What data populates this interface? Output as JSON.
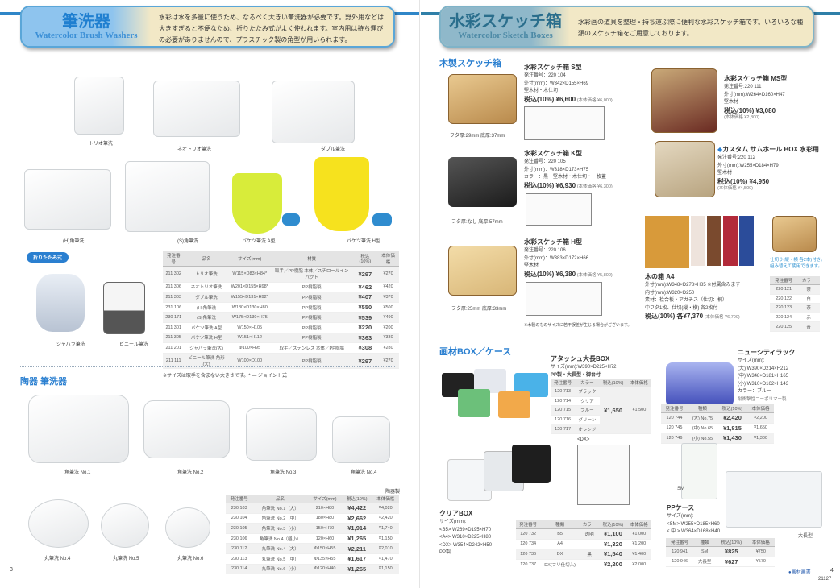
{
  "left": {
    "header": {
      "title": "筆洗器",
      "subtitle": "Watercolor Brush Washers",
      "desc": "水彩は水を多量に使うため、なるべく大きい筆洗器が必要です。野外用などは大きすぎると不便なため、折りたたみ式がよく使われます。室内用は持ち運びの必要がありませんので、プラスチック製の角型が用いられます。"
    },
    "products": [
      "トリオ筆洗",
      "ネオトリオ筆洗",
      "ダブル筆洗",
      "(H)角筆洗",
      "(S)角筆洗",
      "バケツ筆洗 A型",
      "バケツ筆洗 H型",
      "ジャバラ筆洗",
      "ビニール筆洗"
    ],
    "fold_badge": "折りたたみ式",
    "table1": {
      "headers": [
        "発注番号",
        "品名",
        "サイズ(mm)",
        "材質",
        "税込(10%)",
        "本体価格"
      ],
      "rows": [
        [
          "211 302",
          "トリオ筆洗",
          "W115×D83×H84*",
          "取手／PP樹脂 本体／スチロールインパクト",
          "¥297",
          "¥270"
        ],
        [
          "211 306",
          "ネオトリオ筆洗",
          "W201×D155×H98*",
          "PP樹脂製",
          "¥462",
          "¥420"
        ],
        [
          "211 303",
          "ダブル筆洗",
          "W155×D131×H92*",
          "PP樹脂製",
          "¥407",
          "¥370"
        ],
        [
          "231 106",
          "(H)角筆洗",
          "W180×D130×H80",
          "PP樹脂製",
          "¥550",
          "¥500"
        ],
        [
          "230 171",
          "(S)角筆洗",
          "W175×D130×H75",
          "PP樹脂製",
          "¥539",
          "¥490"
        ],
        [
          "211 301",
          "バケツ筆洗 A型",
          "W150×H105",
          "PP樹脂製",
          "¥220",
          "¥200"
        ],
        [
          "211 305",
          "バケツ筆洗 H型",
          "W151×H112",
          "PP樹脂製",
          "¥363",
          "¥330"
        ],
        [
          "211 201",
          "ジャバラ筆洗(大)",
          "Φ100×H95",
          "取手／ステンレス 本体／PP樹脂",
          "¥308",
          "¥280"
        ],
        [
          "211 111",
          "ビニール筆洗 角形(大)",
          "W100×D100",
          "PP樹脂製",
          "¥297",
          "¥270"
        ]
      ],
      "note": "※サイズは取手を含まない大きさです。* ― ジョイント式"
    },
    "ceramic": {
      "title": "陶器 筆洗器",
      "products": [
        "角筆洗 No.1",
        "角筆洗 No.2",
        "角筆洗 No.3",
        "角筆洗 No.4",
        "丸筆洗 No.4",
        "丸筆洗 No.5",
        "丸筆洗 No.6"
      ],
      "material": "陶器製"
    },
    "table2": {
      "headers": [
        "発注番号",
        "品名",
        "サイズ(mm)",
        "税込(10%)",
        "本体価格"
      ],
      "rows": [
        [
          "230 103",
          "角筆洗 No.1（大）",
          "210×H80",
          "¥4,422",
          "¥4,020"
        ],
        [
          "230 104",
          "角筆洗 No.2（中）",
          "180×H80",
          "¥2,662",
          "¥2,420"
        ],
        [
          "230 105",
          "角筆洗 No.3（小）",
          "150×H70",
          "¥1,914",
          "¥1,740"
        ],
        [
          "230 106",
          "角筆洗 No.4（極小）",
          "120×H60",
          "¥1,265",
          "¥1,150"
        ],
        [
          "230 112",
          "丸筆洗 No.4（大）",
          "Φ150×H55",
          "¥2,211",
          "¥2,010"
        ],
        [
          "230 113",
          "丸筆洗 No.5（中）",
          "Φ135×H55",
          "¥1,617",
          "¥1,470"
        ],
        [
          "230 114",
          "丸筆洗 No.6（小）",
          "Φ120×H40",
          "¥1,265",
          "¥1,150"
        ]
      ]
    },
    "page_number": "3"
  },
  "right": {
    "header": {
      "title": "水彩スケッチ箱",
      "subtitle": "Watercolor Sketch Boxes",
      "desc": "水彩画の道具を整理・持ち運ぶ際に便利な水彩スケッチ箱です。いろいろな種類のスケッチ箱をご用意しております。"
    },
    "wood_title": "木製スケッチ箱",
    "s": {
      "name": "水彩スケッチ箱 S型",
      "code": "発注番号：220 104",
      "size": "外寸(mm)：W342×D155×H69",
      "mat": "堅木材・木仕切",
      "price": "税込(10%) ¥6,600",
      "base": "(本体価格 ¥6,000)",
      "caption": "フタ厚:29mm 底厚:37mm"
    },
    "k": {
      "name": "水彩スケッチ箱 K型",
      "code": "発注番号：220 105",
      "size": "外寸(mm)：W318×D173×H75",
      "mat": "カラー：黒　堅木材・木仕切・一枚蓋",
      "price": "税込(10%) ¥6,930",
      "base": "(本体価格 ¥6,300)",
      "caption": "フタ厚:なし 底厚:57mm"
    },
    "h": {
      "name": "水彩スケッチ箱 H型",
      "code": "発注番号：220 106",
      "size": "外寸(mm)：W383×D172×H66",
      "mat": "堅木材",
      "price": "税込(10%) ¥6,380",
      "base": "(本体価格 ¥5,800)",
      "caption": "フタ厚:25mm 底厚:33mm"
    },
    "wood_note": "※木製のものサイズに若干誤差が生じる場合がございます。",
    "ms": {
      "name": "水彩スケッチ箱 MS型",
      "code": "発注番号:220 111",
      "size": "外寸(mm):W264×D160×H47",
      "mat": "堅木材",
      "price": "税込(10%) ¥3,080",
      "base": "(本体価格 ¥2,800)"
    },
    "custom": {
      "name": "カスタム サムホール BOX 水彩用",
      "code": "発注番号:220 112",
      "size": "外寸(mm):W255×D184×H79",
      "mat": "堅木材",
      "price": "税込(10%) ¥4,950",
      "base": "(本体価格 ¥4,500)"
    },
    "a4": {
      "name": "木の箱 A4",
      "size": "外寸(mm):W348×D278×H85 ※付属含みます",
      "inner": "内寸(mm):W320×D250",
      "mat": "素材：桧合板・アガチス（仕切：桐）",
      "parts": "中フタ1枚、仕切(縦・横) 各2枚付",
      "price": "税込(10%) 各¥7,370",
      "base": "(本体価格 ¥6,700)",
      "caption": "仕切り(縦・横 各2本)付き。組み替えて使用できます。",
      "headers": [
        "発注番号",
        "カラー"
      ],
      "rows": [
        [
          "220 121",
          "茶"
        ],
        [
          "220 122",
          "白"
        ],
        [
          "220 123",
          "茶"
        ],
        [
          "220 124",
          "赤"
        ],
        [
          "220 125",
          "青"
        ]
      ]
    },
    "box_title": "画材BOX／ケース",
    "attache": {
      "name": "アタッシュ大長BOX",
      "size": "サイズ(mm):W390×D225×H72",
      "mat": "PP製・大長型・御台付",
      "headers": [
        "発注番号",
        "カラー",
        "税込(10%)",
        "本体価格"
      ],
      "rows": [
        [
          "120 713",
          "ブラック"
        ],
        [
          "120 714",
          "クリア"
        ],
        [
          "120 715",
          "ブルー"
        ],
        [
          "120 716",
          "グリーン"
        ],
        [
          "120 717",
          "オレンジ"
        ]
      ],
      "price": "¥1,650",
      "base": "¥1,500"
    },
    "rack": {
      "name": "ニューシティラック",
      "size": "サイズ(mm):",
      "l": "(大) W390×D214×H212",
      "m": "(中) W348×D181×H165",
      "s": "(小) W310×D162×H143",
      "color": "カラー：ブルー",
      "mat": "耐衝撃性コーポリマー製",
      "headers": [
        "発注番号",
        "種類",
        "税込(10%)",
        "本体価格"
      ],
      "rows": [
        [
          "120 744",
          "(大) No.75",
          "¥2,420",
          "¥2,200"
        ],
        [
          "120 745",
          "(中) No.65",
          "¥1,815",
          "¥1,650"
        ],
        [
          "120 746",
          "(小) No.55",
          "¥1,430",
          "¥1,300"
        ]
      ]
    },
    "clear": {
      "name": "クリアBOX",
      "size": "サイズ(mm):",
      "b5": "<B5> W269×D195×H70",
      "a4": "<A4> W310×D225×H80",
      "dx": "<DX> W354×D242×H50",
      "mat": "PP製",
      "dx_label": "<DX>",
      "headers": [
        "発注番号",
        "種類",
        "カラー",
        "税込(10%)",
        "本体価格"
      ],
      "rows": [
        [
          "120 732",
          "B5",
          "透明",
          "¥1,100",
          "¥1,000"
        ],
        [
          "120 734",
          "A4",
          "",
          "¥1,320",
          "¥1,200"
        ],
        [
          "120 736",
          "DX",
          "黒",
          "¥1,540",
          "¥1,400"
        ],
        [
          "120 737",
          "DX(フリ仕切入)",
          "",
          "¥2,200",
          "¥2,000"
        ]
      ]
    },
    "pp": {
      "name": "PPケース",
      "size": "サイズ(mm):",
      "sm": "<SM> W255×D185×H60",
      "mid": "< 中 > W364×D168×H40",
      "sm_label": "SM",
      "long_label": "大長型",
      "headers": [
        "発注番号",
        "種類",
        "税込(10%)",
        "本体価格"
      ],
      "rows": [
        [
          "120 941",
          "SM",
          "¥825",
          "¥750"
        ],
        [
          "120 946",
          "大長型",
          "¥627",
          "¥570"
        ]
      ]
    },
    "footer": {
      "category": "●画材画書",
      "page_number": "4",
      "code": "21127"
    }
  },
  "colors": {
    "accent": "#2a7fd0",
    "header_beige": "#f2e8c6"
  }
}
